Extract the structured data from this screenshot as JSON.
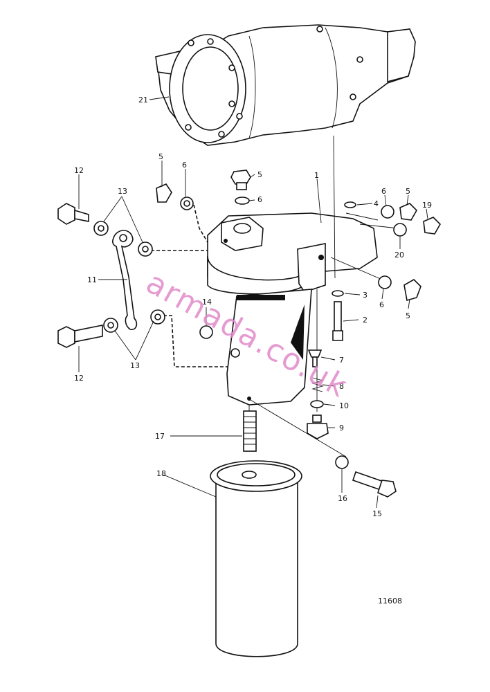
{
  "figure_number": "11608",
  "watermark": "armada.co.uk",
  "callouts": {
    "c1": "1",
    "c2": "2",
    "c3": "3",
    "c4": "4",
    "c5a": "5",
    "c5b": "5",
    "c5c": "5",
    "c5d": "5",
    "c6a": "6",
    "c6b": "6",
    "c6c": "6",
    "c6d": "6",
    "c7": "7",
    "c8": "8",
    "c9": "9",
    "c10": "10",
    "c11": "11",
    "c12a": "12",
    "c12b": "12",
    "c13a": "13",
    "c13b": "13",
    "c14": "14",
    "c15": "15",
    "c16": "16",
    "c17": "17",
    "c18": "18",
    "c19": "19",
    "c20": "20",
    "c21": "21"
  }
}
